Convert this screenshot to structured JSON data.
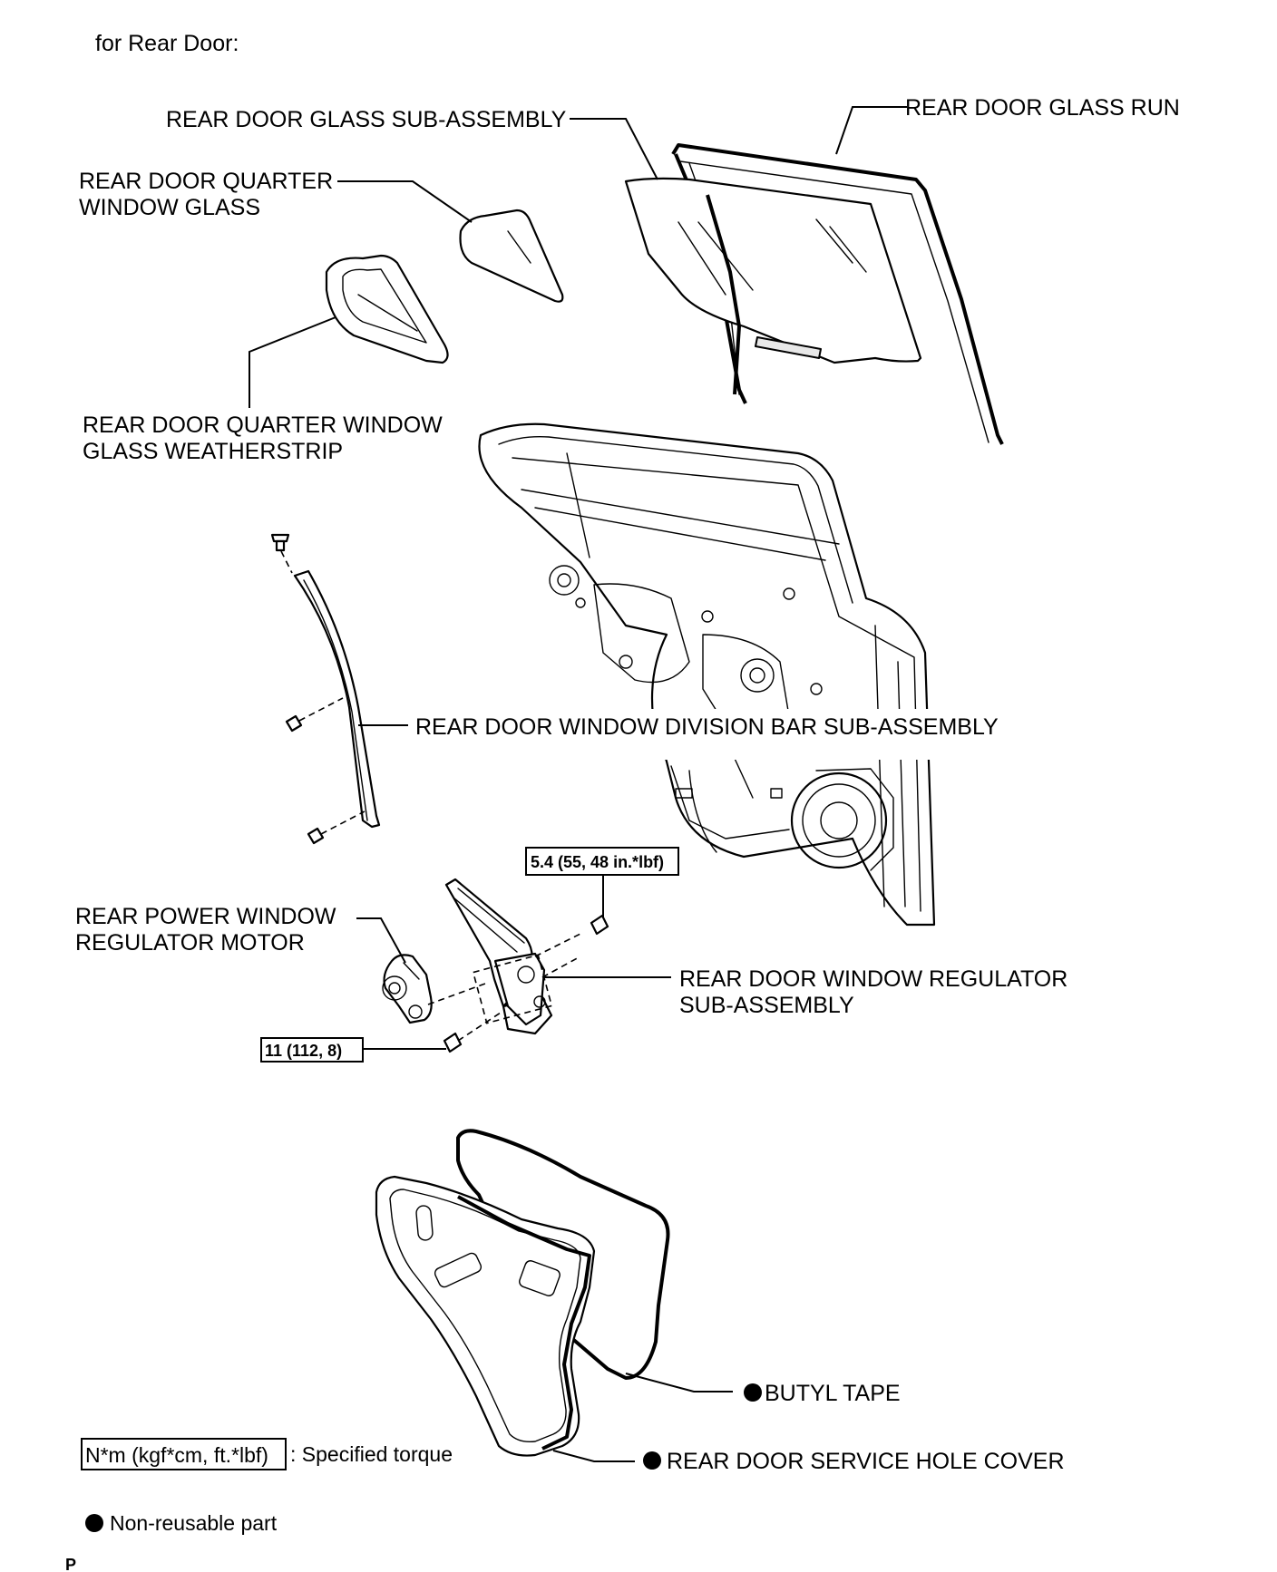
{
  "header": {
    "title": "for Rear Door:"
  },
  "parts": {
    "glass_run": "REAR DOOR GLASS RUN",
    "glass_sub_assembly": "REAR DOOR GLASS SUB-ASSEMBLY",
    "quarter_window_glass_line1": "REAR DOOR QUARTER",
    "quarter_window_glass_line2": "WINDOW GLASS",
    "quarter_weatherstrip_line1": "REAR DOOR QUARTER WINDOW",
    "quarter_weatherstrip_line2": "GLASS WEATHERSTRIP",
    "division_bar": "REAR DOOR WINDOW DIVISION BAR SUB-ASSEMBLY",
    "motor_line1": "REAR POWER WINDOW",
    "motor_line2": "REGULATOR MOTOR",
    "regulator_line1": "REAR DOOR WINDOW REGULATOR",
    "regulator_line2": "SUB-ASSEMBLY",
    "butyl_tape": "BUTYL TAPE",
    "service_hole_cover": "REAR DOOR SERVICE HOLE COVER"
  },
  "torques": {
    "regulator_bolt": "5.4 (55, 48 in.*lbf)",
    "motor_bolt": "11 (112, 8)"
  },
  "legend": {
    "torque_box": "N*m (kgf*cm, ft.*lbf)",
    "torque_text": ": Specified torque",
    "nonreusable_text": "Non-reusable part"
  },
  "footer": {
    "code": "P"
  },
  "colors": {
    "ink": "#000000",
    "paper": "#ffffff"
  }
}
